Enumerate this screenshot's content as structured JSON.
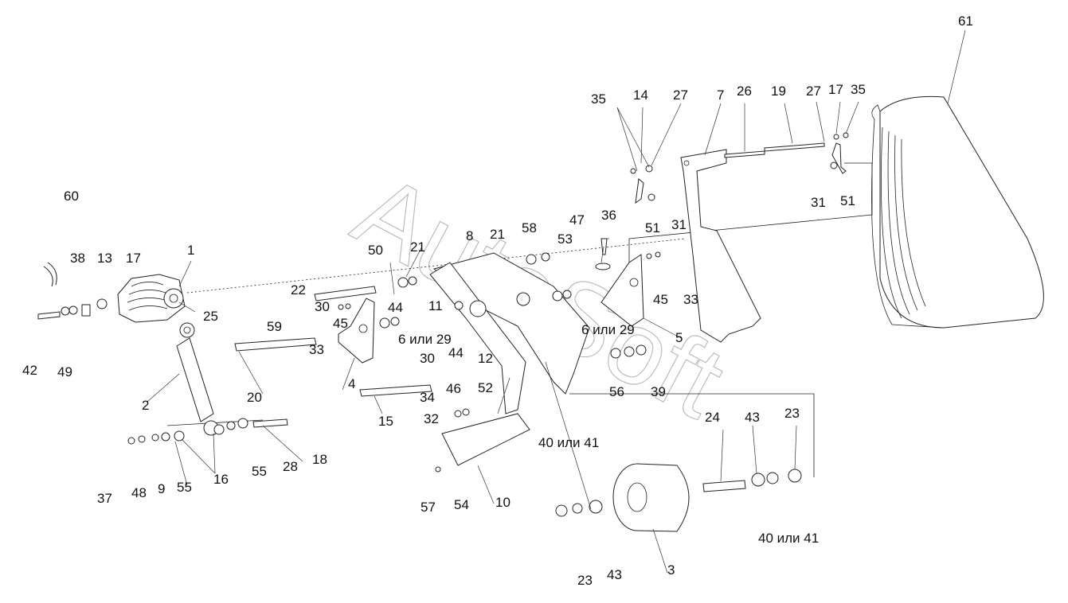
{
  "watermark": "AutoSoft",
  "labels": {
    "l61": "61",
    "l35a": "35",
    "l14": "14",
    "l27a": "27",
    "l7": "7",
    "l26": "26",
    "l19": "19",
    "l27b": "27",
    "l17a": "17",
    "l35b": "35",
    "l51a": "51",
    "l31a": "31",
    "l31b": "31",
    "l51b": "51",
    "l60": "60",
    "l38": "38",
    "l13": "13",
    "l17b": "17",
    "l1": "1",
    "l25": "25",
    "l42": "42",
    "l49": "49",
    "l8": "8",
    "l21a": "21",
    "l21b": "21",
    "l58": "58",
    "l47": "47",
    "l36": "36",
    "l53": "53",
    "l50": "50",
    "l22": "22",
    "l11": "11",
    "l30a": "30",
    "l44a": "44",
    "l59": "59",
    "l45a": "45",
    "l33a": "33",
    "l6a": "6 или 29",
    "l45b": "45",
    "l33b": "33",
    "l6b": "6 или 29",
    "l5": "5",
    "l2": "2",
    "l20": "20",
    "l4": "4",
    "l15": "15",
    "l30b": "30",
    "l44b": "44",
    "l12": "12",
    "l46": "46",
    "l52": "52",
    "l34": "34",
    "l32": "32",
    "l56": "56",
    "l39": "39",
    "l40a": "40 или 41",
    "l24": "24",
    "l43a": "43",
    "l23a": "23",
    "l37": "37",
    "l48": "48",
    "l9": "9",
    "l55a": "55",
    "l16": "16",
    "l55b": "55",
    "l28": "28",
    "l18": "18",
    "l57": "57",
    "l54": "54",
    "l10": "10",
    "l40b": "40 или 41",
    "l23b": "23",
    "l43b": "43",
    "l3": "3"
  }
}
